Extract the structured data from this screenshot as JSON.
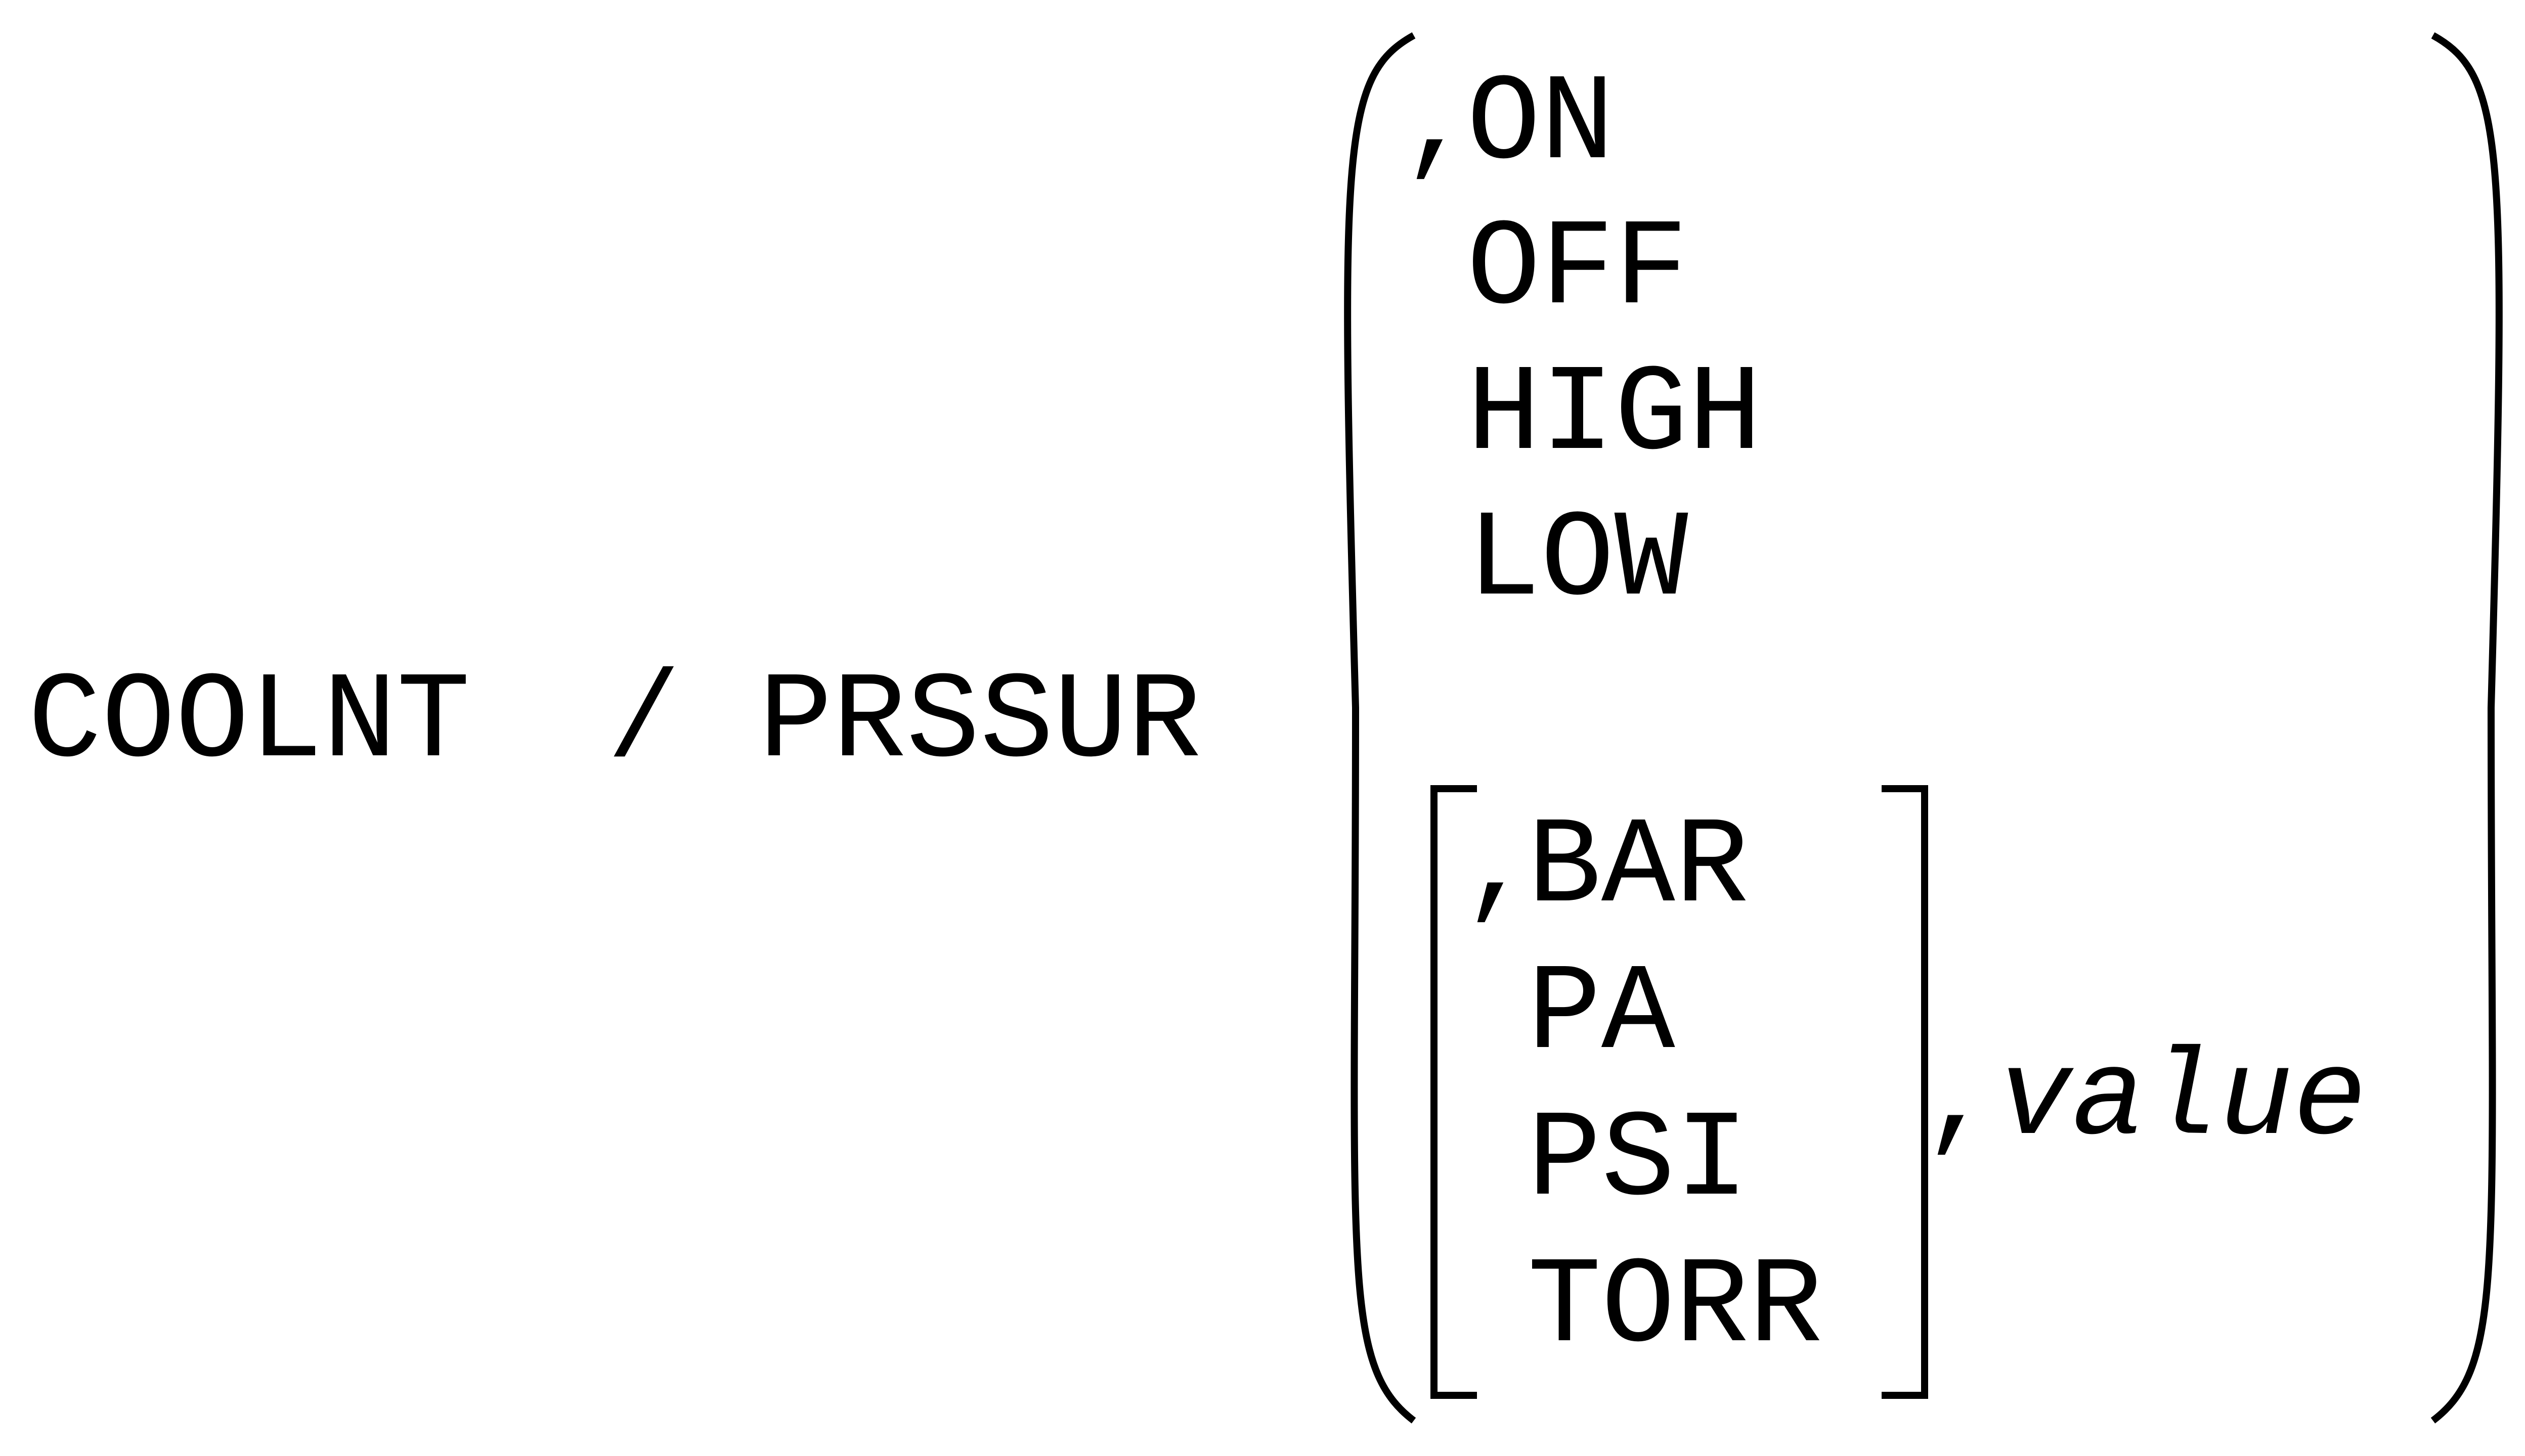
{
  "statement": {
    "keyword": "COOLNT",
    "separator": "/",
    "modifier": "PRSSUR"
  },
  "state_options": {
    "leading_comma": ",",
    "items": [
      "ON",
      "OFF",
      "HIGH",
      "LOW"
    ]
  },
  "unit_options": {
    "leading_comma": ",",
    "items": [
      "BAR",
      "PA",
      "PSI",
      "TORR"
    ]
  },
  "value_part": {
    "comma": ",",
    "placeholder": "value"
  },
  "colors": {
    "ink": "#000000",
    "background": "#ffffff"
  }
}
